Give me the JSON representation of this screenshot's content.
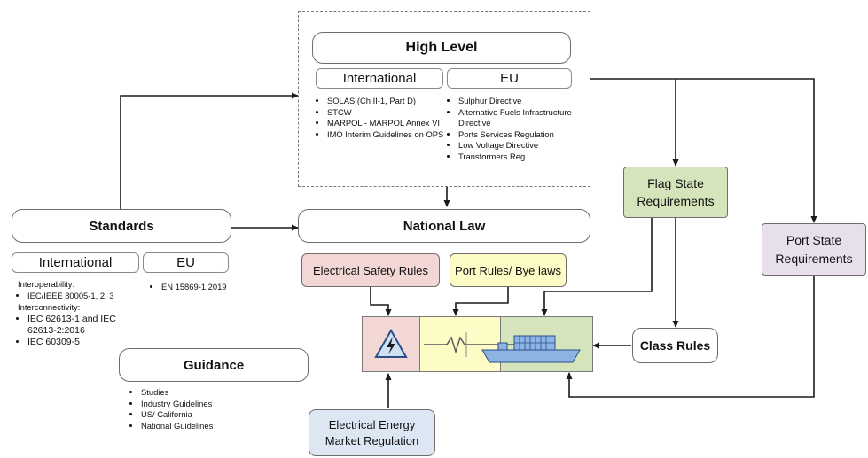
{
  "high_level": {
    "title": "High Level",
    "international_label": "International",
    "eu_label": "EU",
    "international_items": [
      "SOLAS (Ch II-1, Part D)",
      "STCW",
      "MARPOL - MARPOL Annex VI",
      "IMO Interim Guidelines on OPS"
    ],
    "eu_items": [
      "Sulphur Directive",
      "Alternative Fuels Infrastructure Directive",
      "Ports Services Regulation",
      "Low Voltage Directive",
      "Transformers Reg"
    ]
  },
  "standards": {
    "title": "Standards",
    "international_label": "International",
    "eu_label": "EU",
    "interoperability_label": "Interoperability:",
    "interoperability_items": [
      "IEC/IEEE 80005-1, 2, 3"
    ],
    "interconnectivity_label": "Interconnectivity:",
    "interconnectivity_items": [
      "IEC 62613-1 and IEC 62613-2:2016",
      "IEC 60309-5"
    ],
    "eu_items": [
      "EN 15869-1:2019"
    ]
  },
  "guidance": {
    "title": "Guidance",
    "items": [
      "Studies",
      "Industry Guidelines",
      "US/ California",
      "National Guidelines"
    ]
  },
  "national_law": "National Law",
  "flag_state": "Flag State Requirements",
  "port_state": "Port State Requirements",
  "electrical_safety": "Electrical Safety Rules",
  "port_rules": "Port Rules/ Bye laws",
  "class_rules": "Class Rules",
  "energy_market": "Electrical Energy Market Regulation",
  "colors": {
    "flag_state_fill": "#d6e4bc",
    "port_state_fill": "#e7e0ec",
    "electrical_safety_fill": "#f2d7d5",
    "port_rules_fill": "#fdfbc6",
    "energy_market_fill": "#dde6f3",
    "ship_segment_fill": "#d6e4bc",
    "ship_color": "#8db3e2"
  },
  "icons": [
    "high-voltage-icon",
    "cable-connection-icon",
    "container-ship-icon"
  ]
}
